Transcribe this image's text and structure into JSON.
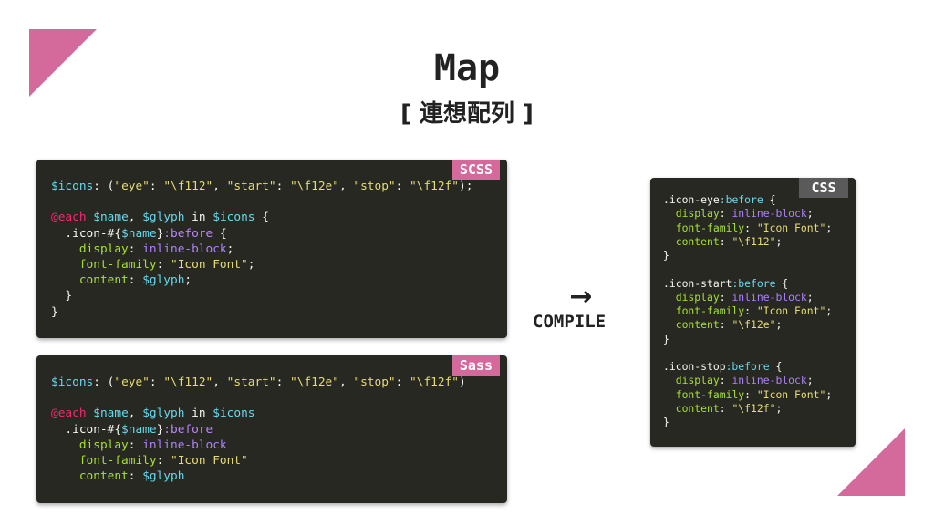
{
  "title": "Map",
  "subtitle": "[ 連想配列 ]",
  "accent_color": "#d4699c",
  "scss_panel": {
    "badge": "SCSS",
    "lines": [
      "$icons: (\"eye\": \"\\f112\", \"start\": \"\\f12e\", \"stop\": \"\\f12f\");",
      "",
      "@each $name, $glyph in $icons {",
      "  .icon-#{$name}:before {",
      "    display: inline-block;",
      "    font-family: \"Icon Font\";",
      "    content: $glyph;",
      "  }",
      "}"
    ]
  },
  "sass_panel": {
    "badge": "Sass",
    "lines": [
      "$icons: (\"eye\": \"\\f112\", \"start\": \"\\f12e\", \"stop\": \"\\f12f\")",
      "",
      "@each $name, $glyph in $icons",
      "  .icon-#{$name}:before",
      "    display: inline-block",
      "    font-family: \"Icon Font\"",
      "    content: $glyph"
    ]
  },
  "css_panel": {
    "badge": "CSS",
    "lines": [
      ".icon-eye:before {",
      "  display: inline-block;",
      "  font-family: \"Icon Font\";",
      "  content: \"\\f112\";",
      "}",
      "",
      ".icon-start:before {",
      "  display: inline-block;",
      "  font-family: \"Icon Font\";",
      "  content: \"\\f12e\";",
      "}",
      "",
      ".icon-stop:before {",
      "  display: inline-block;",
      "  font-family: \"Icon Font\";",
      "  content: \"\\f12f\";",
      "}"
    ]
  },
  "arrow": "→",
  "compile_label": "COMPILE"
}
